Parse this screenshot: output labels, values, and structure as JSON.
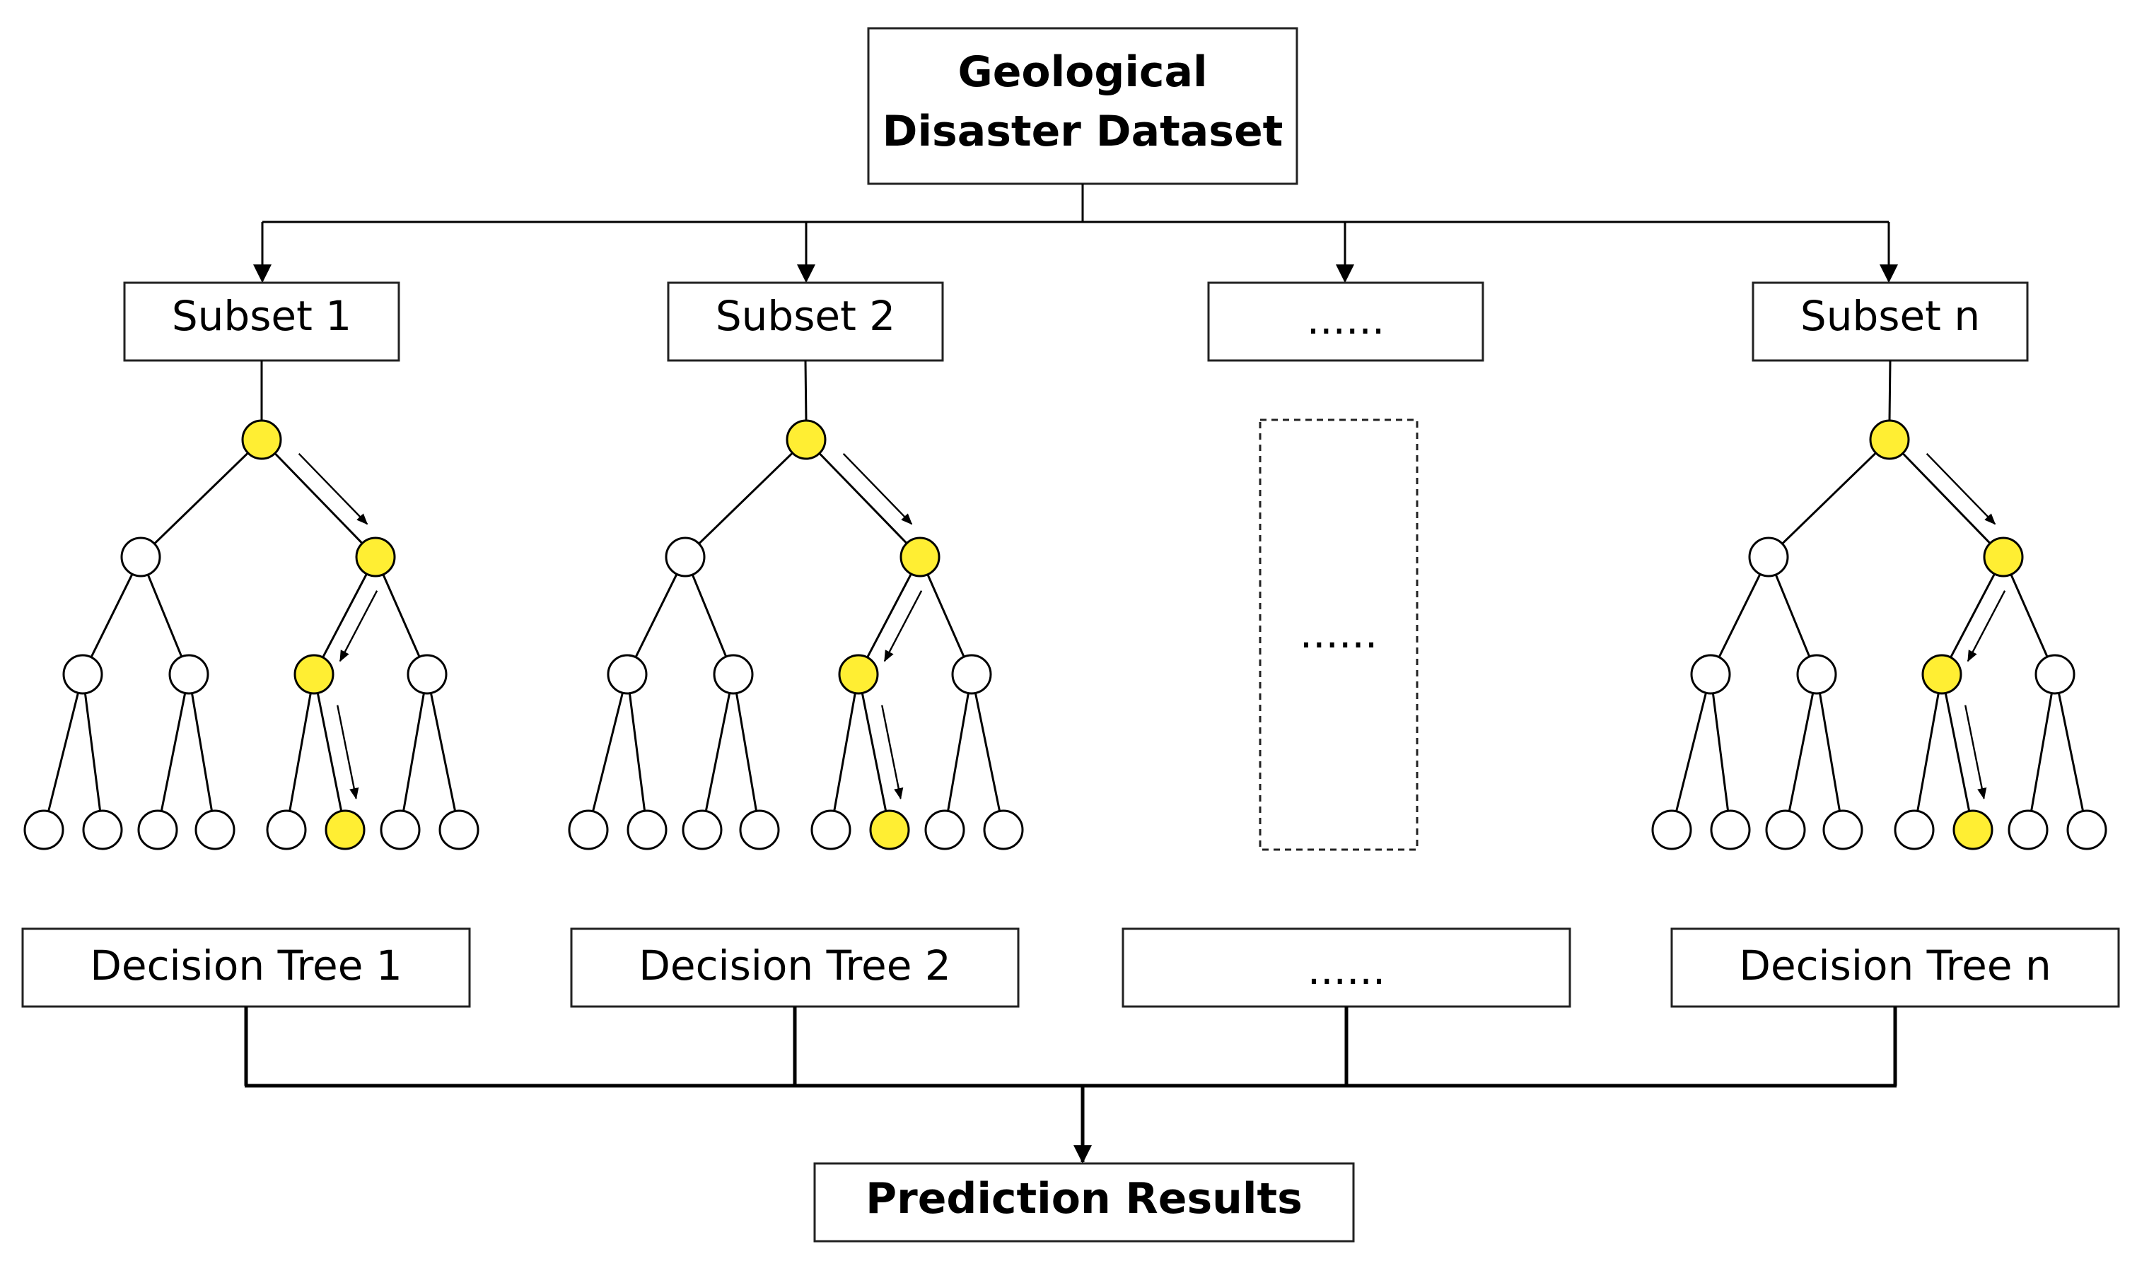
{
  "title": {
    "label": "Geological Disaster Dataset",
    "line1": "Geological",
    "line2": "Disaster Dataset"
  },
  "subsets": [
    {
      "label": "Subset 1"
    },
    {
      "label": "Subset 2"
    },
    {
      "label": "......"
    },
    {
      "label": "Subset n"
    }
  ],
  "placeholder": {
    "label": "......"
  },
  "trees": [
    {
      "label": "Decision Tree 1"
    },
    {
      "label": "Decision Tree 2"
    },
    {
      "label": "......"
    },
    {
      "label": "Decision Tree n"
    }
  ],
  "result": {
    "label": "Prediction Results"
  },
  "colors": {
    "highlight_node": "#ffee33",
    "default_node": "#ffffff",
    "stroke": "#000000"
  }
}
